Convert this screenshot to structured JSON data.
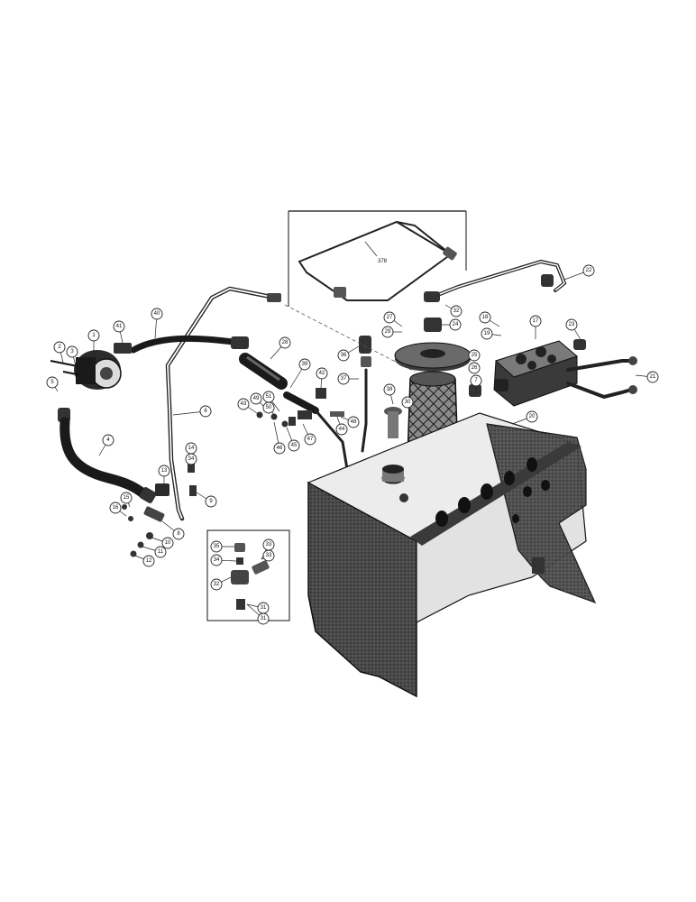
{
  "diagram": {
    "callouts": [
      {
        "id": "c1",
        "label": "1"
      },
      {
        "id": "c2",
        "label": "2"
      },
      {
        "id": "c3",
        "label": "3"
      },
      {
        "id": "c4",
        "label": "4"
      },
      {
        "id": "c5",
        "label": "5"
      },
      {
        "id": "c6",
        "label": "6"
      },
      {
        "id": "c7",
        "label": "7"
      },
      {
        "id": "c8",
        "label": "8"
      },
      {
        "id": "c9",
        "label": "9"
      },
      {
        "id": "c10",
        "label": "10"
      },
      {
        "id": "c11",
        "label": "11"
      },
      {
        "id": "c12",
        "label": "12"
      },
      {
        "id": "c13",
        "label": "13"
      },
      {
        "id": "c14",
        "label": "14"
      },
      {
        "id": "c15",
        "label": "15"
      },
      {
        "id": "c16",
        "label": "16"
      },
      {
        "id": "c17",
        "label": "17"
      },
      {
        "id": "c18",
        "label": "18"
      },
      {
        "id": "c19",
        "label": "19"
      },
      {
        "id": "c20",
        "label": "20"
      },
      {
        "id": "c21",
        "label": "21"
      },
      {
        "id": "c22",
        "label": "22"
      },
      {
        "id": "c23",
        "label": "23"
      },
      {
        "id": "c24",
        "label": "24"
      },
      {
        "id": "c25",
        "label": "25"
      },
      {
        "id": "c26",
        "label": "26"
      },
      {
        "id": "c27",
        "label": "27"
      },
      {
        "id": "c28",
        "label": "28"
      },
      {
        "id": "c29",
        "label": "29"
      },
      {
        "id": "c30",
        "label": "30"
      },
      {
        "id": "c31",
        "label": "31"
      },
      {
        "id": "c32",
        "label": "32"
      },
      {
        "id": "c33",
        "label": "33"
      },
      {
        "id": "c34",
        "label": "34"
      },
      {
        "id": "c35",
        "label": "35"
      },
      {
        "id": "c36",
        "label": "36"
      },
      {
        "id": "c37",
        "label": "37"
      },
      {
        "id": "c38",
        "label": "38"
      },
      {
        "id": "c39",
        "label": "39"
      },
      {
        "id": "c40",
        "label": "40"
      },
      {
        "id": "c41",
        "label": "41"
      },
      {
        "id": "c42",
        "label": "42"
      },
      {
        "id": "c43",
        "label": "43"
      },
      {
        "id": "c44",
        "label": "44"
      },
      {
        "id": "c45",
        "label": "45"
      },
      {
        "id": "c46",
        "label": "46"
      },
      {
        "id": "c47",
        "label": "47"
      },
      {
        "id": "c48",
        "label": "48"
      },
      {
        "id": "c49",
        "label": "49"
      },
      {
        "id": "c50",
        "label": "50"
      },
      {
        "id": "c51",
        "label": "51"
      },
      {
        "id": "c32b",
        "label": "32"
      },
      {
        "id": "c33b",
        "label": "33"
      },
      {
        "id": "c34b",
        "label": "34"
      },
      {
        "id": "c35b",
        "label": "35"
      },
      {
        "id": "c31b",
        "label": "31"
      }
    ],
    "inset_top_label": "378",
    "colors": {
      "ink": "#1a1a1a",
      "tank_dark": "#3a3a3a",
      "tank_mid": "#6a6a6a",
      "paper": "#ffffff"
    }
  }
}
